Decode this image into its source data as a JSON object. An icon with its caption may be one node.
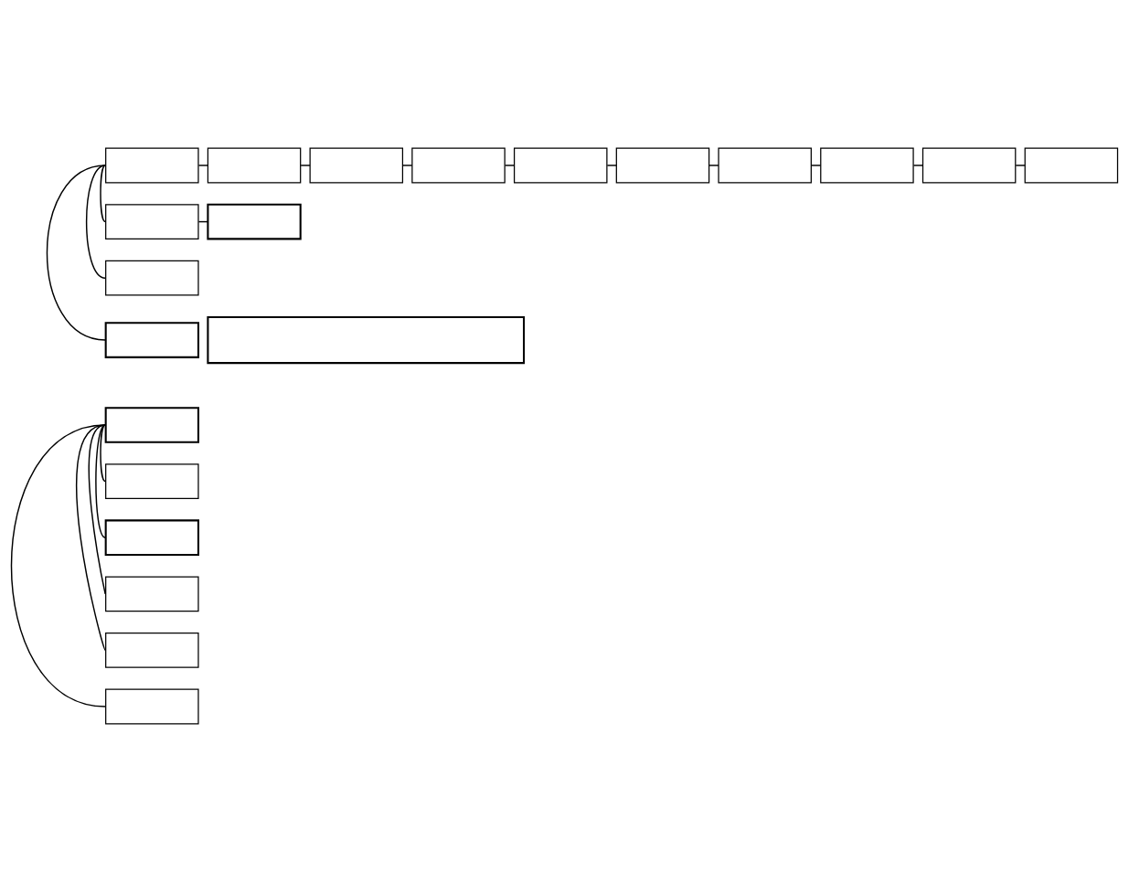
{
  "diagram": {
    "nodes": [
      {
        "text": [],
        "shape": "box"
      },
      {
        "text": [],
        "shape": "box"
      },
      {
        "text": [],
        "shape": "box"
      },
      {
        "text": [],
        "shape": "box"
      },
      {
        "text": [],
        "shape": "box"
      },
      {
        "text": [],
        "shape": "box"
      },
      {
        "text": [],
        "shape": "box"
      },
      {
        "text": [],
        "shape": "box"
      },
      {
        "text": [],
        "shape": "box"
      },
      {
        "text": [],
        "shape": "box"
      },
      {
        "text": [],
        "shape": "box"
      },
      {
        "text": [],
        "shape": "box"
      },
      {
        "text": [],
        "shape": "box"
      },
      {
        "text": [],
        "shape": "box"
      },
      {
        "text": [],
        "shape": "box"
      },
      {
        "text": [],
        "shape": "box"
      },
      {
        "text": [],
        "shape": "box"
      },
      {
        "text": [],
        "shape": "box"
      },
      {
        "text": [],
        "shape": "box"
      },
      {
        "text": [],
        "shape": "box"
      },
      {
        "text": [],
        "shape": "box"
      }
    ],
    "edges": [
      {
        "from": 0,
        "to": 1,
        "arrow": "none"
      },
      {
        "from": 1,
        "to": 2,
        "arrow": "none"
      },
      {
        "from": 2,
        "to": 3,
        "arrow": "none"
      },
      {
        "from": 3,
        "to": 4,
        "arrow": "none"
      },
      {
        "from": 4,
        "to": 5,
        "arrow": "none"
      },
      {
        "from": 5,
        "to": 6,
        "arrow": "none"
      },
      {
        "from": 6,
        "to": 7,
        "arrow": "none"
      },
      {
        "from": 7,
        "to": 8,
        "arrow": "none"
      },
      {
        "from": 8,
        "to": 9,
        "arrow": "none"
      },
      {
        "from": 0,
        "to": 10,
        "arrow": "none"
      },
      {
        "from": 0,
        "to": 12,
        "arrow": "none"
      },
      {
        "from": 0,
        "to": 13,
        "arrow": "none"
      },
      {
        "from": 10,
        "to": 11,
        "arrow": "none"
      },
      {
        "from": 15,
        "to": 16,
        "arrow": "none"
      },
      {
        "from": 15,
        "to": 17,
        "arrow": "none"
      },
      {
        "from": 15,
        "to": 18,
        "arrow": "none"
      },
      {
        "from": 15,
        "to": 19,
        "arrow": "none"
      },
      {
        "from": 15,
        "to": 20,
        "arrow": "none"
      }
    ]
  }
}
